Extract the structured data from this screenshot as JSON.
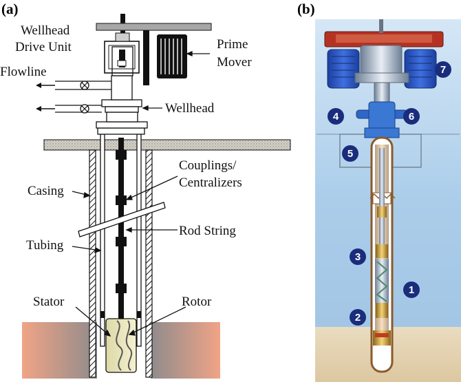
{
  "panel_a": {
    "tag": "(a)",
    "labels": {
      "wellhead_drive_unit_1": "Wellhead",
      "wellhead_drive_unit_2": "Drive Unit",
      "prime_mover_1": "Prime",
      "prime_mover_2": "Mover",
      "flowline": "Flowline",
      "wellhead": "Wellhead",
      "couplings_1": "Couplings/",
      "couplings_2": "Centralizers",
      "casing": "Casing",
      "rod_string": "Rod String",
      "tubing": "Tubing",
      "stator": "Stator",
      "rotor": "Rotor"
    }
  },
  "panel_b": {
    "tag": "(b)",
    "markers": [
      "7",
      "4",
      "6",
      "5",
      "3",
      "1",
      "2"
    ]
  },
  "colors": {
    "formation": "#e8a184",
    "formation_dark": "#9a8b88",
    "panel_b_bg": "#b3d3ec",
    "ground": "#e7d6b2",
    "marker": "#1a2c7c",
    "motor": "#2c57c8",
    "drive_plate": "#b53222"
  }
}
